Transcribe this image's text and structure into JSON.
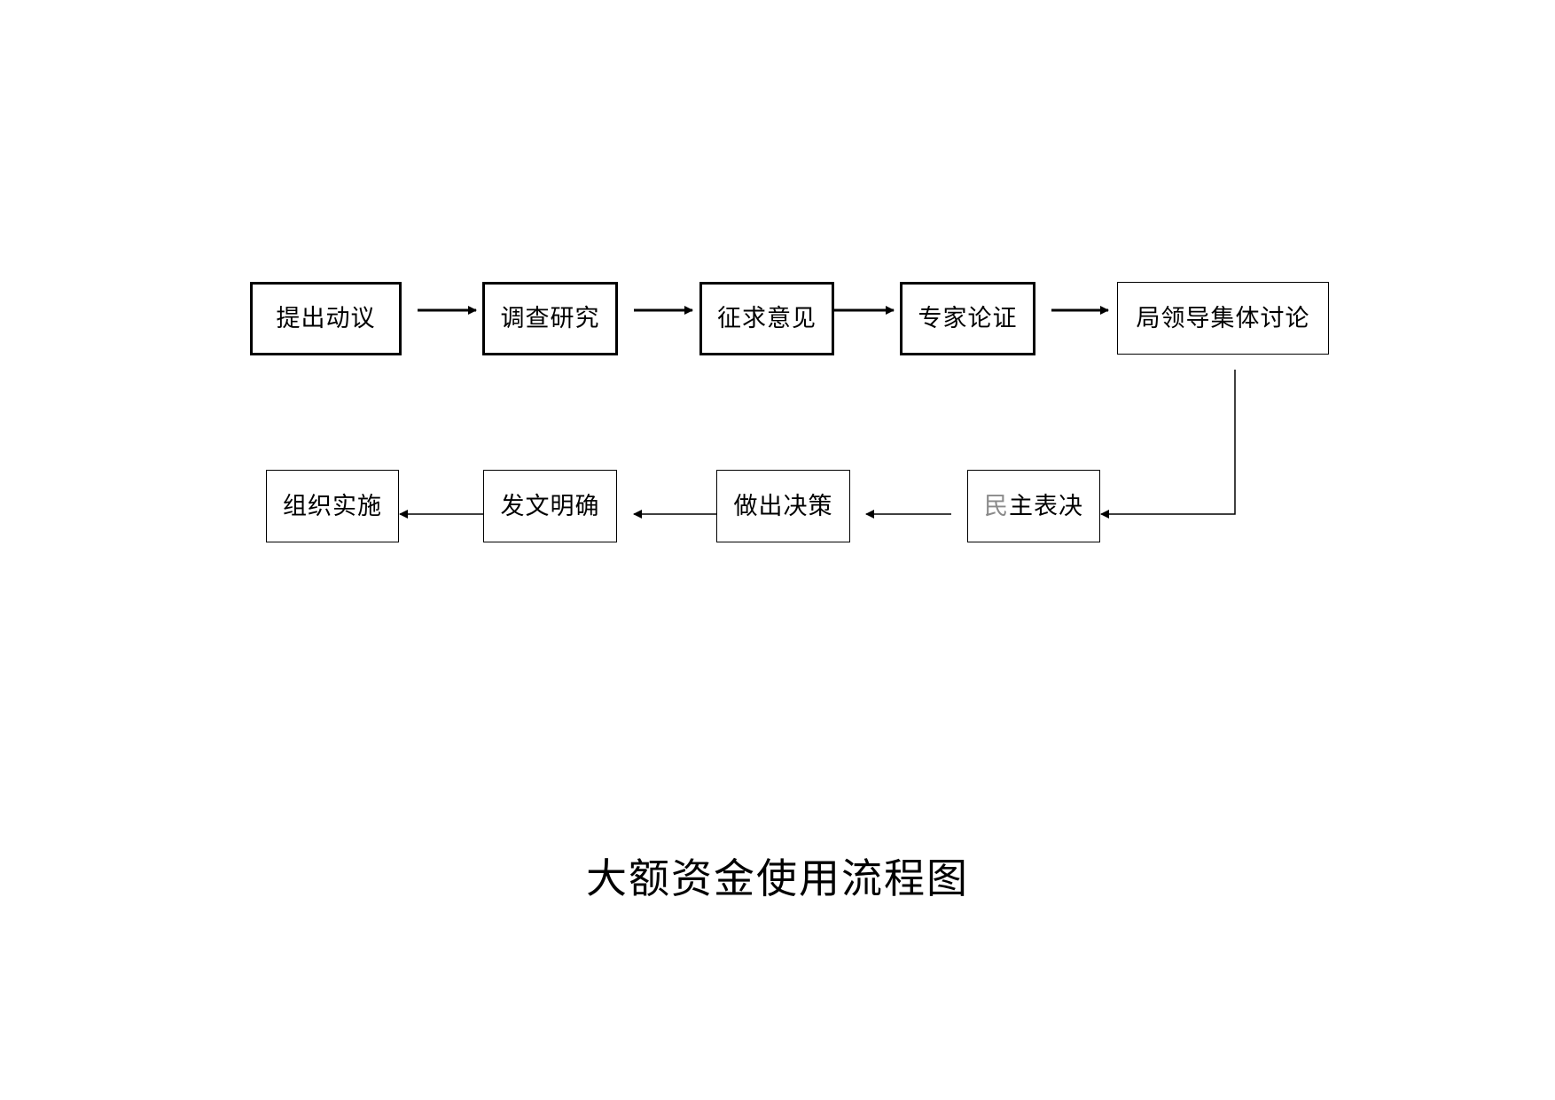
{
  "title": "大额资金使用流程图",
  "steps": [
    {
      "label": "提出动议"
    },
    {
      "label": "调查研究"
    },
    {
      "label": "征求意见"
    },
    {
      "label": "专家论证"
    },
    {
      "label": "局领导集体讨论"
    },
    {
      "label_prefix": "民",
      "label_rest": "主表决"
    },
    {
      "label": "做出决策"
    },
    {
      "label": "发文明确"
    },
    {
      "label": "组织实施"
    }
  ]
}
